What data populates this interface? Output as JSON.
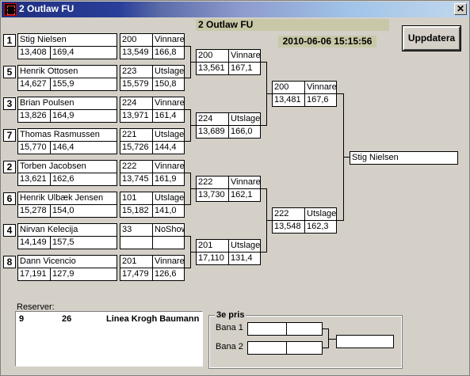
{
  "window": {
    "title": "2 Outlaw FU",
    "close": "✕"
  },
  "banner": "2 Outlaw FU",
  "datetime": "2010-06-06 15:15:56",
  "update_button": "Uppdatera",
  "round1": [
    {
      "seed": "1",
      "name": "Stig Nielsen",
      "t": "13,408",
      "s": "169,4",
      "r2": "200",
      "res": "Vinnare",
      "r2t": "13,549",
      "r2s": "166,8"
    },
    {
      "seed": "5",
      "name": "Henrik Ottosen",
      "t": "14,627",
      "s": "155,9",
      "r2": "223",
      "res": "Utslagen",
      "r2t": "15,579",
      "r2s": "150,8"
    },
    {
      "seed": "3",
      "name": "Brian Poulsen",
      "t": "13,826",
      "s": "164,9",
      "r2": "224",
      "res": "Vinnare",
      "r2t": "13,971",
      "r2s": "161,4"
    },
    {
      "seed": "7",
      "name": "Thomas Rasmussen",
      "t": "15,770",
      "s": "146,4",
      "r2": "221",
      "res": "Utslagen",
      "r2t": "15,726",
      "r2s": "144,4"
    },
    {
      "seed": "2",
      "name": "Torben Jacobsen",
      "t": "13,621",
      "s": "162,6",
      "r2": "222",
      "res": "Vinnare",
      "r2t": "13,745",
      "r2s": "161,9"
    },
    {
      "seed": "6",
      "name": "Henrik Ulbæk Jensen",
      "t": "15,278",
      "s": "154,0",
      "r2": "101",
      "res": "Utslagen",
      "r2t": "15,182",
      "r2s": "141,0"
    },
    {
      "seed": "4",
      "name": "Nirvan Kelecija",
      "t": "14,149",
      "s": "157,5",
      "r2": "33",
      "res": "NoShow",
      "r2t": "",
      "r2s": ""
    },
    {
      "seed": "8",
      "name": "Dann Vicencio",
      "t": "17,191",
      "s": "127,9",
      "r2": "201",
      "res": "Vinnare",
      "r2t": "17,479",
      "r2s": "126,6"
    }
  ],
  "quarter": [
    {
      "num": "200",
      "res": "Vinnare",
      "t": "13,561",
      "s": "167,1"
    },
    {
      "num": "224",
      "res": "Utslagen",
      "t": "13,689",
      "s": "166,0"
    },
    {
      "num": "222",
      "res": "Vinnare",
      "t": "13,730",
      "s": "162,1"
    },
    {
      "num": "201",
      "res": "Utslagen",
      "t": "17,110",
      "s": "131,4"
    }
  ],
  "semi": [
    {
      "num": "200",
      "res": "Vinnare",
      "t": "13,481",
      "s": "167,6"
    },
    {
      "num": "222",
      "res": "Utslagen",
      "t": "13,548",
      "s": "162,3"
    }
  ],
  "winner": "Stig Nielsen",
  "reserves": {
    "label": "Reserver:",
    "num": "9",
    "id": "26",
    "name": "Linea Krogh Baumann"
  },
  "third_prize": {
    "label": "3e pris",
    "lane1": "Bana 1",
    "lane2": "Bana 2"
  }
}
